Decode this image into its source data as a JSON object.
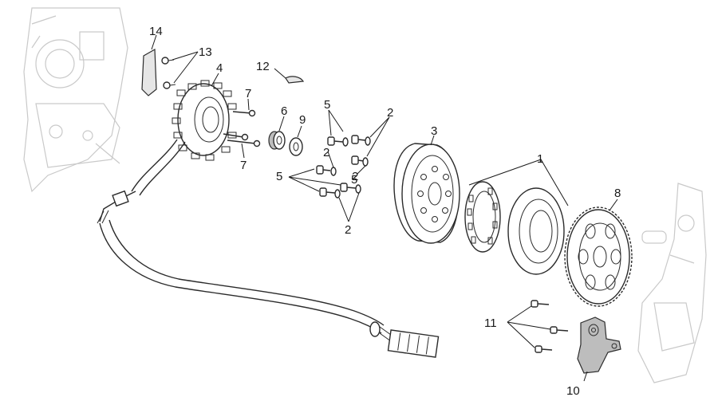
{
  "labels": {
    "l1": "1",
    "l2a": "2",
    "l2b": "2",
    "l2c": "2",
    "l2d": "2",
    "l3": "3",
    "l4": "4",
    "l5a": "5",
    "l5b": "5",
    "l5c": "5",
    "l6": "6",
    "l7a": "7",
    "l7b": "7",
    "l8": "8",
    "l9": "9",
    "l10": "10",
    "l11": "11",
    "l12": "12",
    "l13": "13",
    "l14": "14"
  },
  "colors": {
    "line": "#2b2b2b",
    "ghost": "#c9c9c9",
    "background": "#ffffff"
  }
}
